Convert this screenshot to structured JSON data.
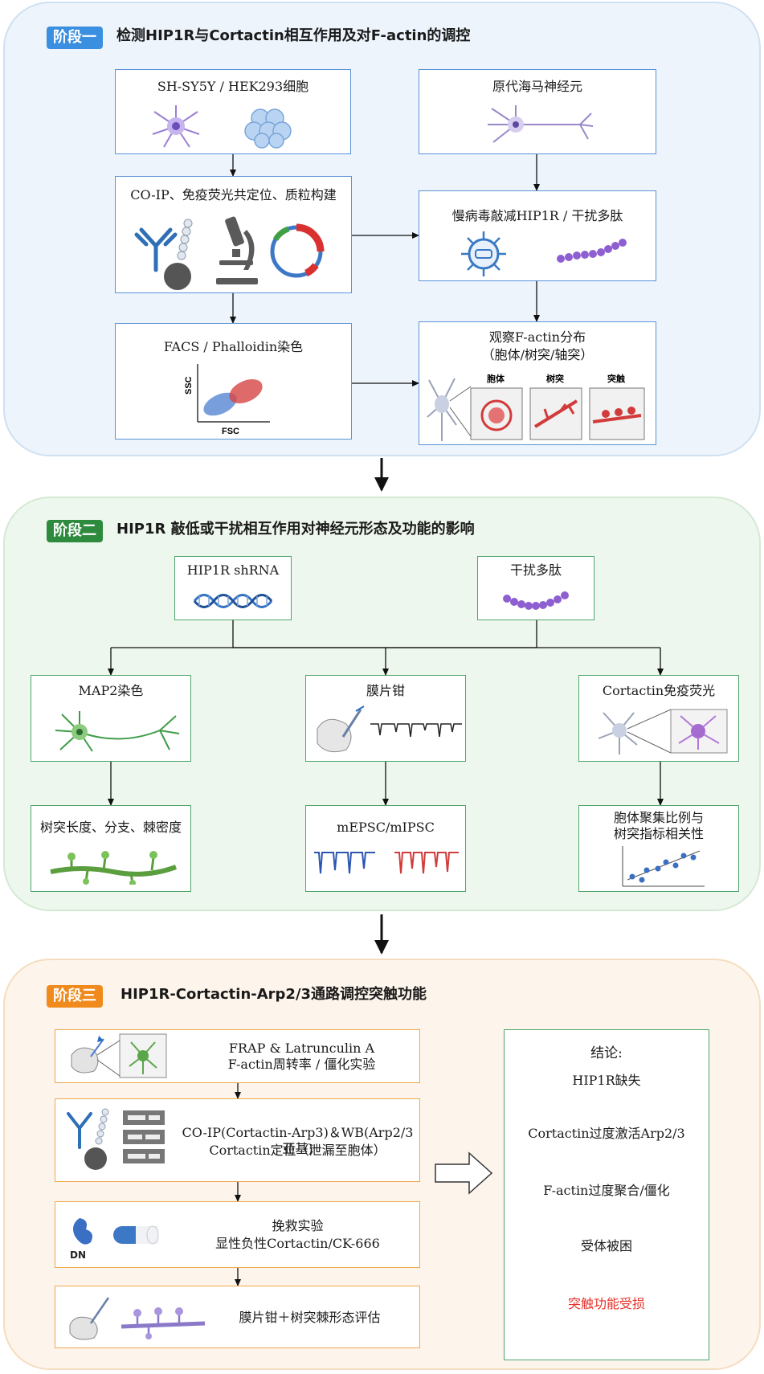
{
  "stage1": {
    "tag": "阶段一",
    "title": "检测HIP1R与Cortactin相互作用及对F-actin的调控",
    "cells_label": "SH-SY5Y  /  HEK293细胞",
    "neurons_label": "原代海马神经元",
    "coip_label": "CO-IP、免疫荧光共定位、质粒构建",
    "knockdown_label": "慢病毒敲减HIP1R  / 干扰多肽",
    "facs_label": "FACS / Phalloidin染色",
    "facs_ylabel": "SSC",
    "facs_xlabel": "FSC",
    "observe_line1": "观察F-actin分布",
    "observe_line2": "（胞体/树突/轴突）",
    "panel_soma": "胞体",
    "panel_dendrite": "树突",
    "panel_synapse": "突触",
    "colors": {
      "tag": "#3b8fe0",
      "border": "#5b93d6",
      "fill": "#edf4fc"
    }
  },
  "stage2": {
    "tag": "阶段二",
    "title": "HIP1R 敲低或干扰相互作用对神经元形态及功能的影响",
    "shrna_label": "HIP1R shRNA",
    "peptide_label": "干扰多肽",
    "map2_label": "MAP2染色",
    "patch_label": "膜片钳",
    "cortactin_label": "Cortactin免疫荧光",
    "dendrite_label": "树突长度、分支、棘密度",
    "mepsc_label": "mEPSC/mIPSC",
    "corr_line1": "胞体聚集比例与",
    "corr_line2": "树突指标相关性",
    "colors": {
      "tag": "#2e8b3e",
      "border": "#4ea66b",
      "fill": "#eef7ee"
    }
  },
  "stage3": {
    "tag": "阶段三",
    "title": "HIP1R-Cortactin-Arp2/3通路调控突触功能",
    "frap_line1": "FRAP       &    Latrunculin A",
    "frap_line2": "F-actin周转率  /  僵化实验",
    "coip_line1": "CO-IP(Cortactin-Arp3)＆WB(Arp2/3亚基)",
    "coip_line2": "Cortactin定位（泄漏至胞体）",
    "rescue_line1": "挽救实验",
    "rescue_line2": "显性负性Cortactin/CK-666",
    "rescue_dn": "DN",
    "patch_label": "膜片钳＋树突棘形态评估",
    "colors": {
      "tag": "#f08a1c",
      "border": "#f2a64c",
      "fill": "#fdf5ec"
    }
  },
  "conclusion": {
    "title": "结论:",
    "steps": [
      "HIP1R缺失",
      "Cortactin过度激活Arp2/3",
      "F-actin过度聚合/僵化",
      "受体被困"
    ],
    "final": "突触功能受损",
    "final_color": "#e8312a"
  }
}
